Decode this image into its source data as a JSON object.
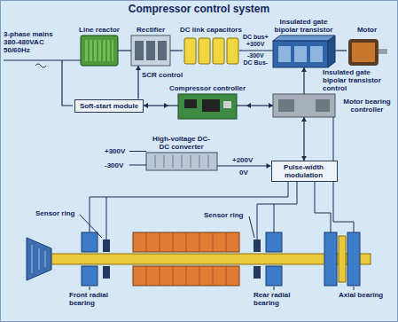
{
  "diagram": {
    "title": "Compressor control system",
    "nodes": [
      {
        "text": [
          "Line reactor"
        ]
      },
      {
        "text": [
          "Rectifier"
        ]
      },
      {
        "text": [
          "DC link capacitors"
        ]
      },
      {
        "text": [
          "Insulated gate bipolar transistor"
        ]
      },
      {
        "text": [
          "Motor"
        ]
      },
      {
        "text": [
          "Soft-start module"
        ]
      },
      {
        "text": [
          "Compressor controller"
        ]
      },
      {
        "text": [
          "Motor bearing controller"
        ]
      },
      {
        "text": [
          "High-voltage DC-DC converter"
        ]
      },
      {
        "text": [
          "Pulse-width modulation"
        ]
      }
    ],
    "edges": [
      {
        "from": 0,
        "to": 1,
        "arrow": "none"
      },
      {
        "from": 1,
        "to": 2,
        "arrow": "none"
      },
      {
        "from": 2,
        "to": 3,
        "arrow": "none"
      },
      {
        "from": 3,
        "to": 4,
        "arrow": "none"
      },
      {
        "from": 5,
        "to": 1,
        "label": "SCR control",
        "arrow": "to"
      },
      {
        "from": 5,
        "to": 6,
        "arrow": "both"
      },
      {
        "from": 6,
        "to": 7,
        "arrow": "both"
      },
      {
        "from": 7,
        "to": 3,
        "arrow": "to"
      },
      {
        "from": 7,
        "to": 9,
        "arrow": "both"
      },
      {
        "from": 8,
        "to": 9,
        "arrow": "to"
      }
    ],
    "labels": [
      "3-phase mains 380-480VAC 50/60Hz",
      "DC bus+",
      "+300V",
      "-300V",
      "DC Bus-",
      "Insulated gate bipolar transistor control",
      "+300V",
      "-300V",
      "+200V",
      "0V",
      "Sensor ring",
      "Sensor ring",
      "Front radial bearing",
      "Rear radial bearing",
      "Axial bearing"
    ]
  }
}
